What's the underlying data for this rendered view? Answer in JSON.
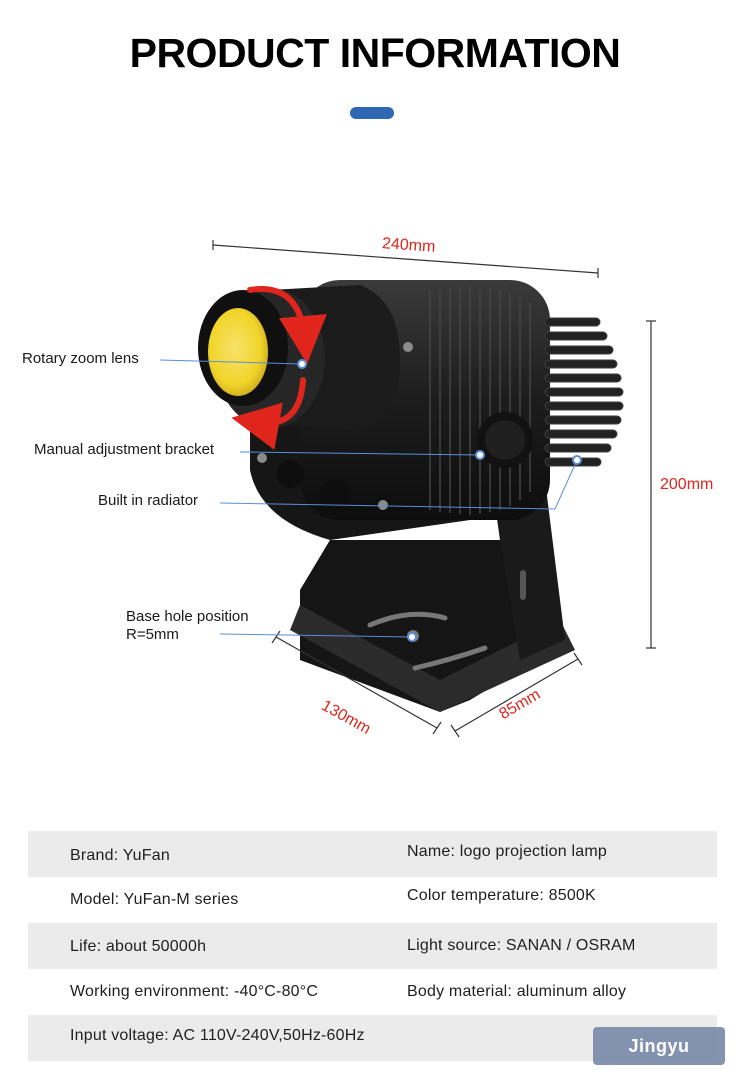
{
  "header": {
    "title": "PRODUCT INFORMATION"
  },
  "callouts": {
    "rotary_zoom_lens": "Rotary zoom lens",
    "manual_adjustment_bracket": "Manual adjustment bracket",
    "built_in_radiator": "Built in radiator",
    "base_hole_line1": "Base hole position",
    "base_hole_line2": "R=5mm"
  },
  "dimensions": {
    "length": "240mm",
    "height": "200mm",
    "depth": "130mm",
    "width": "85mm"
  },
  "specs": {
    "rows": [
      {
        "left": "Brand: YuFan",
        "right": "Name: logo projection lamp"
      },
      {
        "left": "Model: YuFan-M series",
        "right": "Color temperature: 8500K"
      },
      {
        "left": "Life: about 50000h",
        "right": "Light source: SANAN / OSRAM"
      },
      {
        "left": "Working environment: -40°C-80°C",
        "right": "Body material: aluminum alloy"
      },
      {
        "left": "Input voltage: AC 110V-240V,50Hz-60Hz",
        "right": ""
      }
    ]
  },
  "watermark": {
    "text": "Jingyu"
  },
  "colors": {
    "accent": "#2f67b3",
    "dimension": "#e0261c",
    "lens": "#f4dc2b",
    "row_shade": "#ebebeb"
  }
}
